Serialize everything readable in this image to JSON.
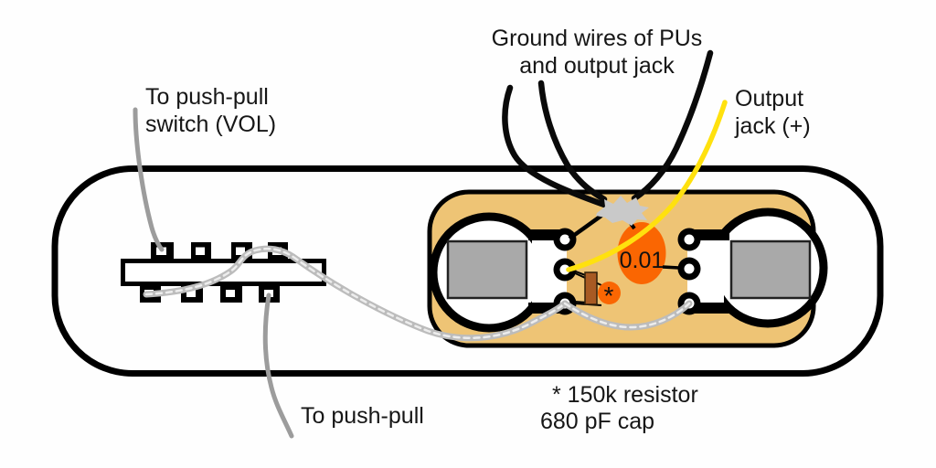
{
  "labels": {
    "pushpull_vol": {
      "line1": "To push-pull",
      "line2": "switch (VOL)"
    },
    "ground": {
      "line1": "Ground wires of PUs",
      "line2": "and output jack"
    },
    "output_jack": {
      "line1": "Output",
      "line2": "jack (+)"
    },
    "pushpull_bottom": "To push-pull",
    "note": {
      "line1": "* 150k resistor",
      "line2": "680 pF cap"
    },
    "cap_value": "0.01",
    "treble_bleed_marker": "*"
  },
  "colors": {
    "plate_fill": "#fefefe",
    "panel_fill": "#eec475",
    "pot_fill": "#ffffff",
    "pot_back": "#a9a9a9",
    "cap_orange": "#fa6602",
    "resistor_brown": "#a85a23",
    "wire_black": "#0a0a0a",
    "wire_yellow": "#ffe10e",
    "wire_gray": "#9c9c9c",
    "twisted_wire": "#bcbcbc",
    "twisted_wire_highlight": "#ededed",
    "solder_blob": "#c9c9c9"
  },
  "components": {
    "left_pot": "volume-pot",
    "right_pot": "tone-pot",
    "switch": "pickup-selector-switch",
    "blob": "solder-joint"
  }
}
